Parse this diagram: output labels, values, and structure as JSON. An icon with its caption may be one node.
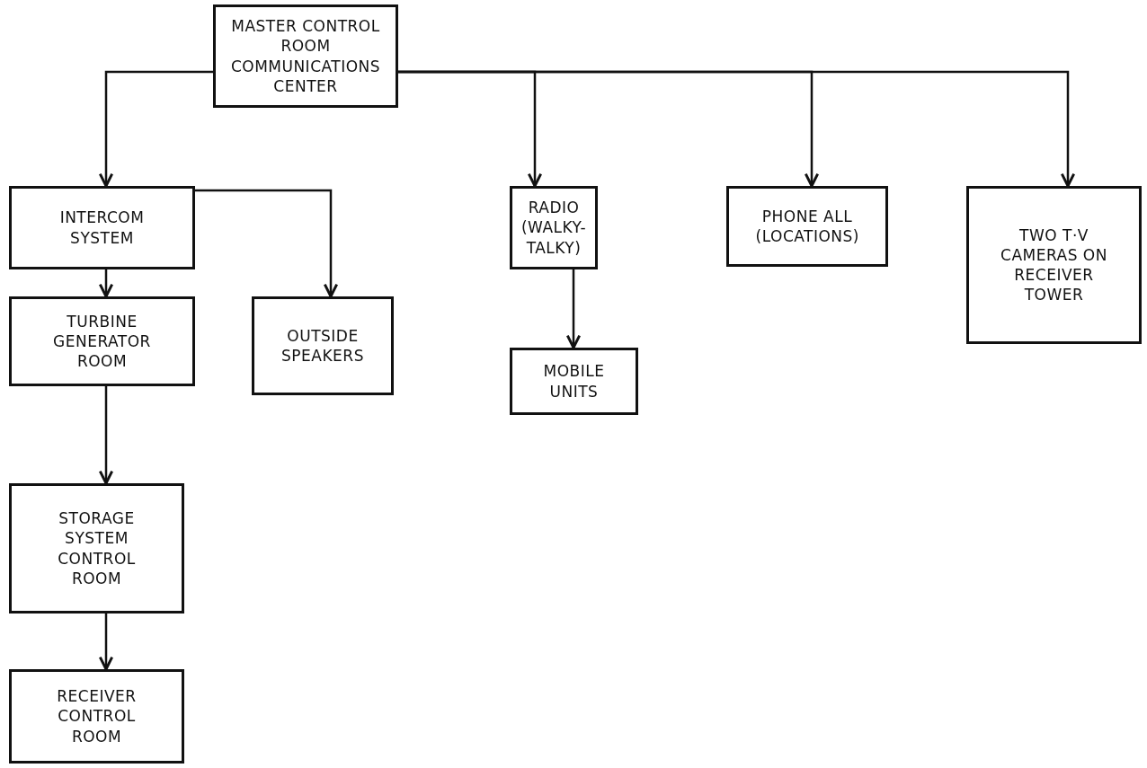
{
  "diagram": {
    "nodes": [
      {
        "text": [
          "MASTER CONTROL ROOM COMMUNICATIONS CENTER"
        ]
      },
      {
        "text": [
          "INTERCOM SYSTEM"
        ]
      },
      {
        "text": [
          "RADIO (WALKY- TALKY)"
        ]
      },
      {
        "text": [
          "PHONE ALL (LOCATIONS)"
        ]
      },
      {
        "text": [
          "TWO T·V CAMERAS ON RECEIVER TOWER"
        ]
      },
      {
        "text": [
          "TURBINE GENERATOR ROOM"
        ]
      },
      {
        "text": [
          "OUTSIDE SPEAKERS"
        ]
      },
      {
        "text": [
          "MOBILE UNITS"
        ]
      },
      {
        "text": [
          "STORAGE SYSTEM CONTROL ROOM"
        ]
      },
      {
        "text": [
          "RECEIVER CONTROL ROOM"
        ]
      }
    ],
    "edges": [
      {
        "from": 0,
        "to": 1,
        "arrow": "to"
      },
      {
        "from": 0,
        "to": 2,
        "arrow": "to"
      },
      {
        "from": 0,
        "to": 3,
        "arrow": "to"
      },
      {
        "from": 0,
        "to": 4,
        "arrow": "to"
      },
      {
        "from": 1,
        "to": 5,
        "arrow": "to"
      },
      {
        "from": 1,
        "to": 6,
        "arrow": "to"
      },
      {
        "from": 2,
        "to": 7,
        "arrow": "to"
      },
      {
        "from": 5,
        "to": 8,
        "arrow": "to"
      },
      {
        "from": 8,
        "to": 9,
        "arrow": "to"
      }
    ]
  }
}
